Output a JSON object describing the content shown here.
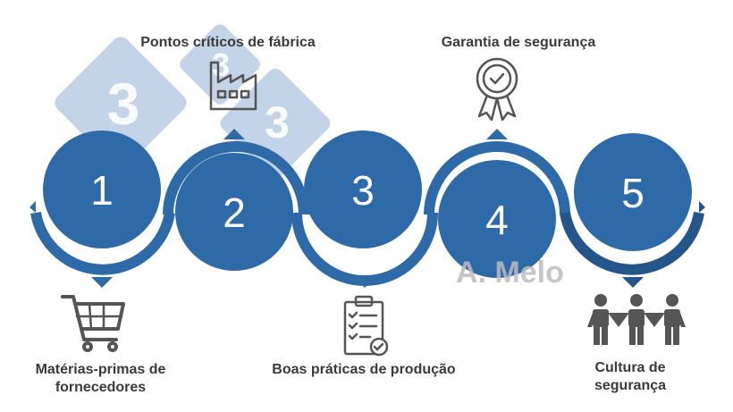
{
  "steps": [
    {
      "number": "1",
      "label": "Matérias-primas de\nfornecedores",
      "icon": "shopping-cart-icon"
    },
    {
      "number": "2",
      "label": "Pontos críticos de fábrica",
      "icon": "factory-icon"
    },
    {
      "number": "3",
      "label": "Boas práticas de produção",
      "icon": "clipboard-checklist-icon"
    },
    {
      "number": "4",
      "label": "Garantia de segurança",
      "icon": "award-ribbon-icon"
    },
    {
      "number": "5",
      "label": "Cultura de\nsegurança",
      "icon": "people-holding-hands-icon"
    }
  ],
  "watermark": {
    "logo_text": "3",
    "author": "A. Melo"
  },
  "colors": {
    "circle": "#2f6aa8",
    "arc": "#2f6aa8",
    "arc_dark": "#24558b",
    "watermark_logo": "#b9cde4",
    "label_text": "#3a3a3a",
    "icon": "#555555"
  }
}
